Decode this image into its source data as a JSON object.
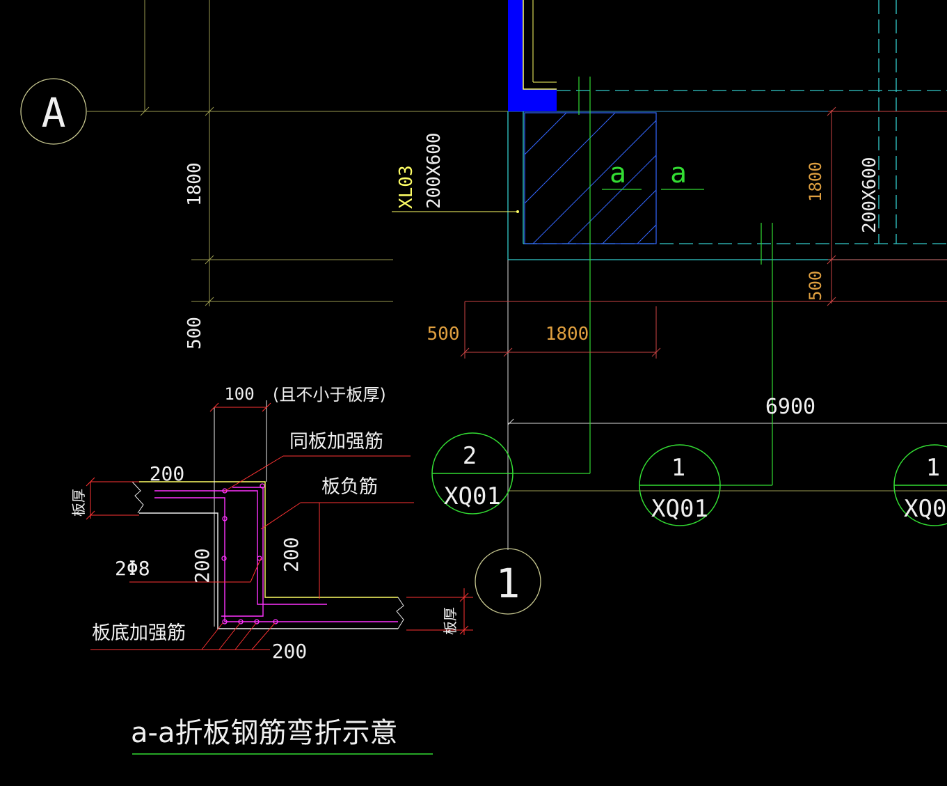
{
  "colors": {
    "background": "#000000",
    "yellow": "#ffff66",
    "olive": "#9a9a50",
    "cyan": "#33cccc",
    "green": "#33dd33",
    "red": "#ff3333",
    "magenta": "#ff33ff",
    "orange": "#e0a040",
    "blue": "#0000ff",
    "white": "#f0f0f0"
  },
  "grid_bubbles": {
    "axis_a": "A",
    "axis_1": "1"
  },
  "plan": {
    "beam_tag": "XL03",
    "beam_size": "200X600",
    "section_mark_left": "a",
    "section_mark_right": "a",
    "dim_1800_left": "1800",
    "dim_500_left": "500",
    "dim_500_bottom": "500",
    "dim_1800_bottom": "1800",
    "dim_1800_right": "1800",
    "dim_500_right": "500",
    "beam_size_right": "200X600",
    "dim_6900": "6900"
  },
  "wall_tags": [
    {
      "number": "2",
      "code": "XQ01"
    },
    {
      "number": "1",
      "code": "XQ01"
    },
    {
      "number": "1",
      "code": "XQ0"
    }
  ],
  "detail": {
    "dim_100": "100",
    "note_not_less": "(且不小于板厚)",
    "label_same_plate": "同板加强筋",
    "label_plate_neg": "板负筋",
    "dim_200_top": "200",
    "label_thickness_left": "板厚",
    "label_2phi8": "2Φ8",
    "dim_200_left": "200",
    "dim_200_mid": "200",
    "label_thickness_right": "板厚",
    "label_bottom_bar": "板底加强筋",
    "dim_200_bottom": "200",
    "title": "a-a折板钢筋弯折示意"
  }
}
